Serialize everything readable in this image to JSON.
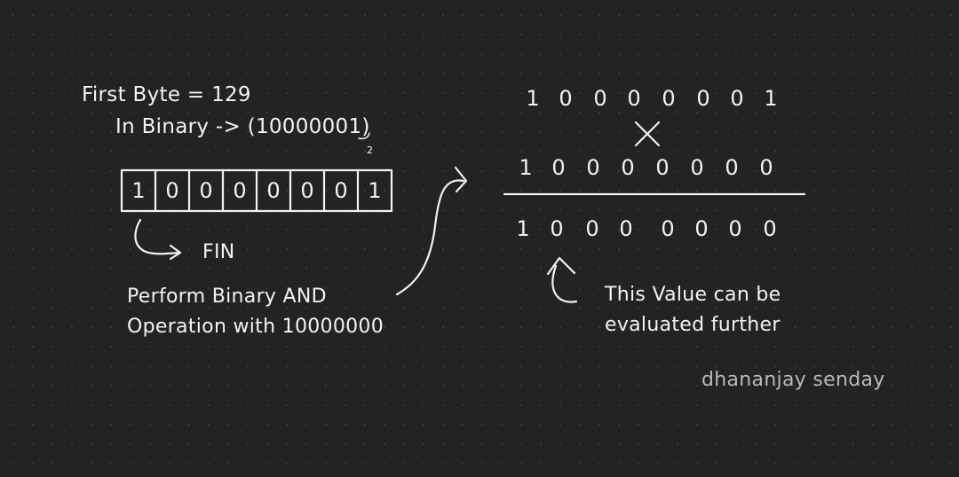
{
  "left": {
    "first_byte_label": "First Byte = 129",
    "in_binary_label": "In Binary -> (10000001)",
    "base_subscript": "2",
    "byte_cells": [
      "1",
      "0",
      "0",
      "0",
      "0",
      "0",
      "0",
      "1"
    ],
    "fin_label": "FIN",
    "instruction_line1": "Perform Binary AND",
    "instruction_line2": "Operation with 10000000"
  },
  "right": {
    "operand_top": [
      "1",
      "0",
      "0",
      "0",
      "0",
      "0",
      "0",
      "1"
    ],
    "operand_bottom": [
      "1",
      "0",
      "0",
      "0",
      "0",
      "0",
      "0",
      "0"
    ],
    "result": [
      "1",
      "0",
      "0",
      "0",
      "0",
      "0",
      "0",
      "0"
    ],
    "note_line1": "This Value can be",
    "note_line2": "evaluated further"
  },
  "signature": "dhananjay senday",
  "colors": {
    "background": "#232323",
    "ink": "#f2f2f2",
    "signature": "#b9b9b9"
  }
}
